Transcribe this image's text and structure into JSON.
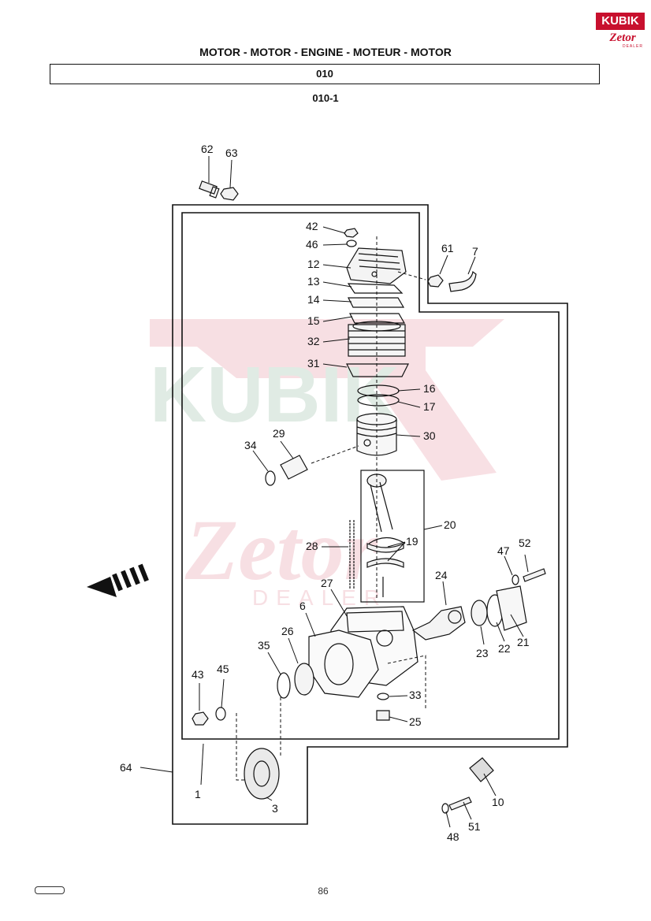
{
  "header": {
    "title": "MOTOR - MOTOR - ENGINE - MOTEUR - MOTOR",
    "section": "010",
    "subsection": "010-1"
  },
  "logo": {
    "brand": "KUBIK",
    "sub": "Zetor",
    "tag": "DEALER",
    "colors": {
      "red": "#c8102e"
    }
  },
  "watermark": {
    "text": "KUBIK",
    "sub": "Zetor",
    "tag": "DEALER"
  },
  "footer": {
    "page_number": "86"
  },
  "callouts": [
    "62",
    "63",
    "42",
    "46",
    "12",
    "13",
    "14",
    "15",
    "32",
    "31",
    "16",
    "17",
    "30",
    "29",
    "34",
    "61",
    "7",
    "20",
    "19",
    "28",
    "47",
    "52",
    "24",
    "27",
    "6",
    "26",
    "35",
    "21",
    "22",
    "23",
    "43",
    "45",
    "33",
    "25",
    "64",
    "1",
    "3",
    "10",
    "51",
    "48"
  ]
}
